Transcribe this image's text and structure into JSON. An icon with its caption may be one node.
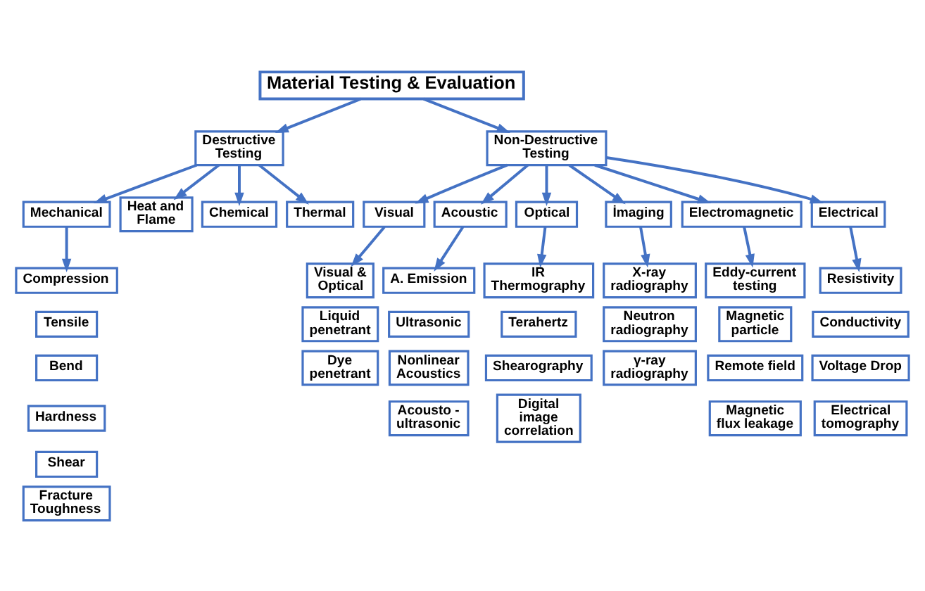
{
  "diagram": {
    "nodes": [
      {
        "text": [
          "Material Testing & Evaluation"
        ]
      },
      {
        "text": [
          "Destructive Testing"
        ]
      },
      {
        "text": [
          "Non-Destructive Testing"
        ]
      },
      {
        "text": [
          "Mechanical"
        ]
      },
      {
        "text": [
          "Heat and Flame"
        ]
      },
      {
        "text": [
          "Chemical"
        ]
      },
      {
        "text": [
          "Thermal"
        ]
      },
      {
        "text": [
          "Compression"
        ]
      },
      {
        "text": [
          "Tensile"
        ]
      },
      {
        "text": [
          "Bend"
        ]
      },
      {
        "text": [
          "Hardness"
        ]
      },
      {
        "text": [
          "Shear"
        ]
      },
      {
        "text": [
          "Fracture Toughness"
        ]
      },
      {
        "text": [
          "Visual"
        ]
      },
      {
        "text": [
          "Acoustic"
        ]
      },
      {
        "text": [
          "Optical"
        ]
      },
      {
        "text": [
          "İmaging"
        ]
      },
      {
        "text": [
          "Electromagnetic"
        ]
      },
      {
        "text": [
          "Electrical"
        ]
      },
      {
        "text": [
          "Visual & Optical"
        ]
      },
      {
        "text": [
          "Liquid penetrant"
        ]
      },
      {
        "text": [
          "Dye penetrant"
        ]
      },
      {
        "text": [
          "A. Emission"
        ]
      },
      {
        "text": [
          "Ultrasonic"
        ]
      },
      {
        "text": [
          "Nonlinear Acoustics"
        ]
      },
      {
        "text": [
          "Acousto - ultrasonic"
        ]
      },
      {
        "text": [
          "IR Thermography"
        ]
      },
      {
        "text": [
          "Terahertz"
        ]
      },
      {
        "text": [
          "Shearography"
        ]
      },
      {
        "text": [
          "Digital image correlation"
        ]
      },
      {
        "text": [
          "X-ray radiography"
        ]
      },
      {
        "text": [
          "Neutron radiography"
        ]
      },
      {
        "text": [
          "γ-ray radiography"
        ]
      },
      {
        "text": [
          "Eddy-current testing"
        ]
      },
      {
        "text": [
          "Magnetic particle"
        ]
      },
      {
        "text": [
          "Remote field"
        ]
      },
      {
        "text": [
          "Magnetic flux leakage"
        ]
      },
      {
        "text": [
          "Resistivity"
        ]
      },
      {
        "text": [
          "Conductivity"
        ]
      },
      {
        "text": [
          "Voltage Drop"
        ]
      },
      {
        "text": [
          "Electrical tomography"
        ]
      }
    ],
    "edges": [
      {
        "from": 0,
        "to": 1,
        "arrow": "to"
      },
      {
        "from": 0,
        "to": 2,
        "arrow": "to"
      },
      {
        "from": 1,
        "to": 3,
        "arrow": "to"
      },
      {
        "from": 1,
        "to": 4,
        "arrow": "to"
      },
      {
        "from": 1,
        "to": 5,
        "arrow": "to"
      },
      {
        "from": 1,
        "to": 6,
        "arrow": "to"
      },
      {
        "from": 3,
        "to": 7,
        "arrow": "to"
      },
      {
        "from": 2,
        "to": 13,
        "arrow": "to"
      },
      {
        "from": 2,
        "to": 14,
        "arrow": "to"
      },
      {
        "from": 2,
        "to": 15,
        "arrow": "to"
      },
      {
        "from": 2,
        "to": 16,
        "arrow": "to"
      },
      {
        "from": 2,
        "to": 17,
        "arrow": "to"
      },
      {
        "from": 2,
        "to": 18,
        "arrow": "to"
      },
      {
        "from": 13,
        "to": 19,
        "arrow": "to"
      },
      {
        "from": 14,
        "to": 22,
        "arrow": "to"
      },
      {
        "from": 15,
        "to": 26,
        "arrow": "to"
      },
      {
        "from": 16,
        "to": 30,
        "arrow": "to"
      },
      {
        "from": 17,
        "to": 33,
        "arrow": "to"
      },
      {
        "from": 18,
        "to": 37,
        "arrow": "to"
      }
    ]
  }
}
